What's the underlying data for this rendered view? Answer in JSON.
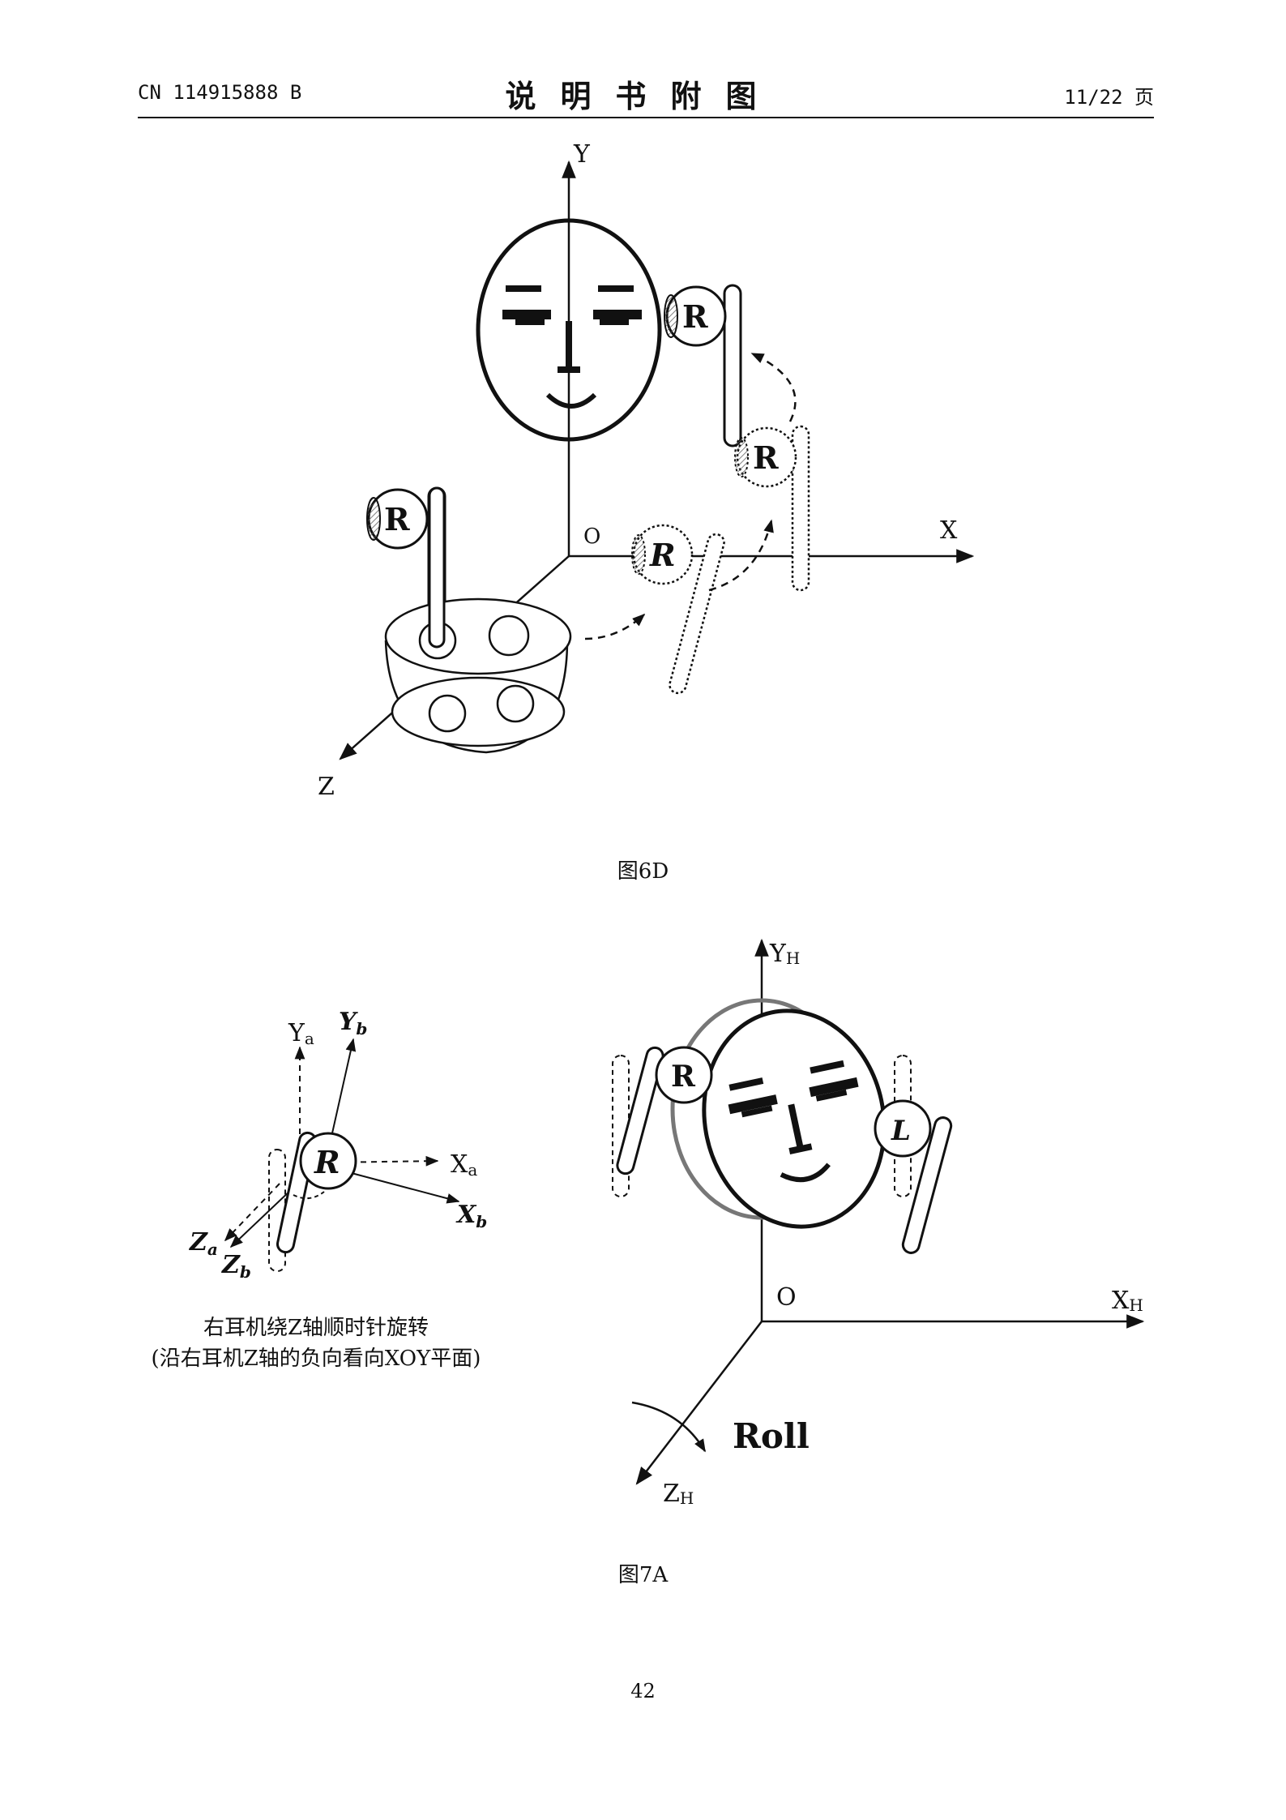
{
  "header": {
    "patent_number": "CN 114915888 B",
    "title": "说明书附图",
    "page_of": "11/22 页"
  },
  "figure_6d": {
    "caption": "图6D",
    "axis_labels": {
      "y": "Y",
      "x": "X",
      "z": "Z",
      "origin": "O"
    },
    "earbud_label": "R"
  },
  "figure_7a": {
    "caption": "图7A",
    "left_panel": {
      "axis_ya": "Y",
      "axis_ya_sub": "a",
      "axis_yb": "Y",
      "axis_yb_sub": "b",
      "axis_xa": "X",
      "axis_xa_sub": "a",
      "axis_xb": "X",
      "axis_xb_sub": "b",
      "axis_za": "Z",
      "axis_za_sub": "a",
      "axis_zb": "Z",
      "axis_zb_sub": "b",
      "earbud_label": "R",
      "note_line1": "右耳机绕Z轴顺时针旋转",
      "note_line2": "(沿右耳机Z轴的负向看向XOY平面)"
    },
    "right_panel": {
      "axis_yh": "Y",
      "axis_yh_sub": "H",
      "axis_xh": "X",
      "axis_xh_sub": "H",
      "axis_zh": "Z",
      "axis_zh_sub": "H",
      "origin": "O",
      "right_label": "R",
      "left_label": "L",
      "rotation_label": "Roll"
    }
  },
  "page_number": "42"
}
